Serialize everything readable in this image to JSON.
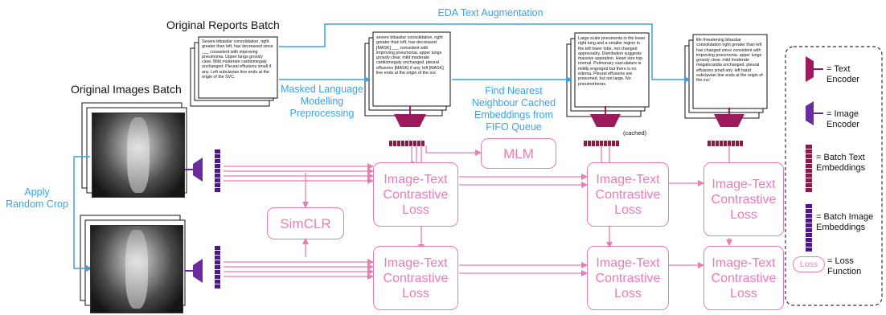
{
  "labels": {
    "original_reports_batch": "Original Reports Batch",
    "original_images_batch": "Original Images Batch",
    "eda_text_augmentation": "EDA Text Augmentation",
    "masked_lm_preprocessing": "Masked Language Modelling Preprocessing",
    "find_nearest_neighbour": "Find Nearest Neighbour Cached  Embeddings from FIFO Queue",
    "apply_random_crop": "Apply Random Crop",
    "cached": "(cached)"
  },
  "reports": {
    "original": "Severe bibasilar consolidation, right greater than left, has decreased since ___ consistent with improving pneumonia.  Upper lungs grossly clear. Mild moderate cardiomegaly unchanged. Pleural effusions small if any. Left subclavian line ends at the origin of the SVC.",
    "masked": "severe bibasilar consolidation, right greater than left, has decreased [MASK] ___ consistent with improving pneumonia. upper lungs grossly clear. mild moderate cardiomegaly unchanged. pleural effusions [MASK] if any. left [MASK] line ends at the origin of the svc",
    "nearest": "Large scale pneumonia in the lower right lung and a smaller region in the left lower lobe, not changed appreciably. Distribution suggests massive aspiration.  Heart size top-normal.  Pulmonary vasculature is mildly engorged but there is no edema.  Pleural effusions are presumed, but not large.  No pneumothorax.",
    "eda": "life threatening bibasilar consolidation right greater than left has changed since consistent with improving pneumonia. upper lungs grossly clear. mild moderate megalocardia unchanged. pleural effusions small any. left hand subclavian line ends at the origin of the svc'"
  },
  "boxes": {
    "mlm": "MLM",
    "simclr": "SimCLR",
    "contrastive": "Image-Text Contrastive Loss"
  },
  "legend": {
    "text_encoder": "= Text Encoder",
    "image_encoder": "= Image Encoder",
    "batch_text_embeddings": "= Batch Text Embeddings",
    "batch_image_embeddings": "= Batch Image Embeddings",
    "loss_box": "Loss",
    "loss_function": "= Loss Function"
  },
  "colors": {
    "text_encoder": "#9c1a5c",
    "image_encoder": "#6a2aa0",
    "text_embedding": "#8e1846",
    "image_embedding": "#4a1a8c",
    "loss": "#ec7bb3",
    "arrow_blue": "#3aa3e6"
  }
}
